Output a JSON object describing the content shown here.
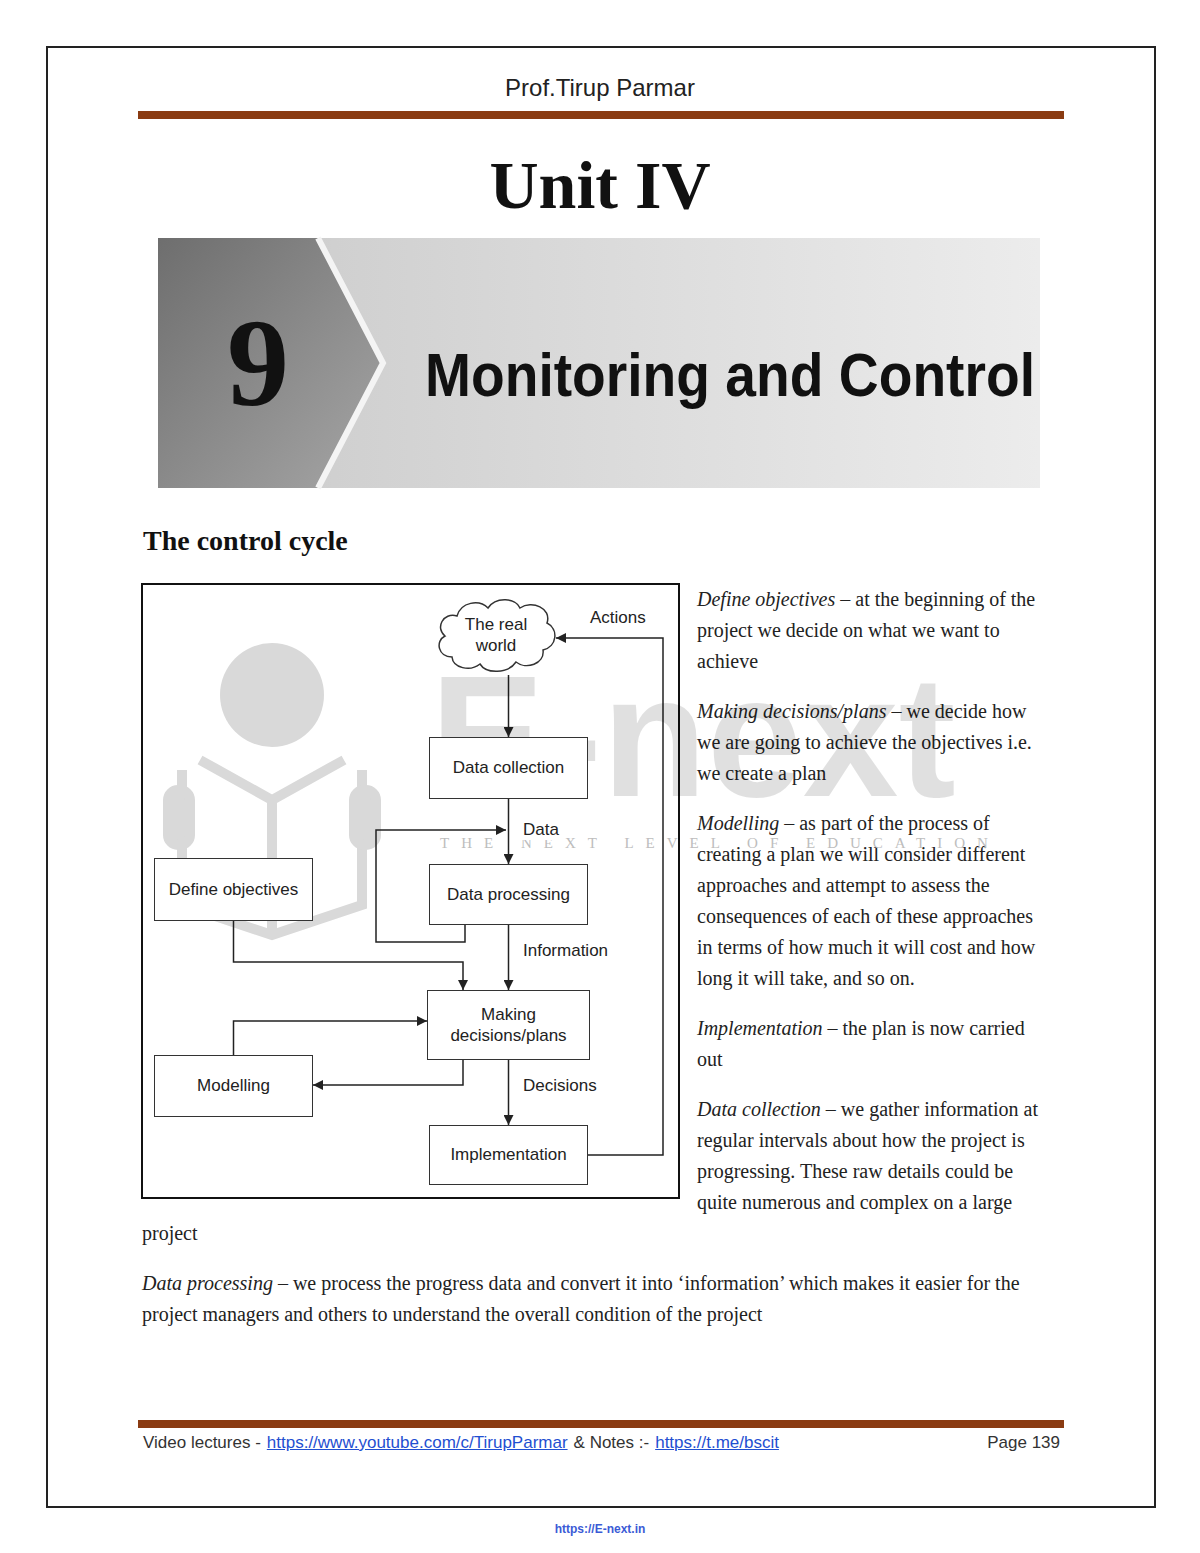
{
  "diagram": {
    "title": "The control cycle",
    "nodes": [
      {
        "text": [
          "The real world"
        ]
      },
      {
        "text": [
          "Data collection"
        ]
      },
      {
        "text": [
          "Data processing"
        ]
      },
      {
        "text": [
          "Define objectives"
        ]
      },
      {
        "text": [
          "Making decisions/plans"
        ]
      },
      {
        "text": [
          "Modelling"
        ]
      },
      {
        "text": [
          "Implementation"
        ]
      }
    ],
    "edges": [
      {
        "from": 0,
        "to": 1,
        "arrow": "to"
      },
      {
        "from": 1,
        "to": 2,
        "arrow": "to",
        "label": "Data"
      },
      {
        "from": 2,
        "to": 4,
        "arrow": "to",
        "label": "Information"
      },
      {
        "from": 3,
        "to": 4,
        "arrow": "to"
      },
      {
        "from": 5,
        "to": 4,
        "arrow": "to"
      },
      {
        "from": 4,
        "to": 5,
        "arrow": "to"
      },
      {
        "from": 4,
        "to": 6,
        "arrow": "to",
        "label": "Decisions"
      },
      {
        "from": 6,
        "to": 0,
        "arrow": "to",
        "label": "Actions"
      }
    ],
    "labels": [
      "Prof.Tirup Parmar",
      "Unit IV",
      "9",
      "Monitoring and Control",
      "E-next",
      "THE NEXT LEVEL OF EDUCATION",
      "Define objectives",
      "– at the beginning of the project we decide on what we want to achieve",
      "Making decisions/plans",
      "– we decide how we are going to achieve the objectives i.e. we create a plan",
      "Modelling",
      "– as part of the process of creating a plan we will consider different approaches and attempt to assess the consequences of each of these approaches in terms of how much it will cost and how long it will take, and so on.",
      "Implementation",
      "– the plan is now carried out",
      "Data collection",
      "– we gather information at regular intervals about how the project is progressing. These raw details could be quite numerous and complex on a large project",
      "Data processing",
      "– we process the progress data and convert it into ‘information’ which makes it easier for the project managers and others to understand the overall condition of the project",
      "Video lectures -",
      "https://www.youtube.com/c/TirupParmar",
      "& Notes :-",
      "https://t.me/bscit",
      "Page 139",
      "https://E-next.in"
    ]
  }
}
